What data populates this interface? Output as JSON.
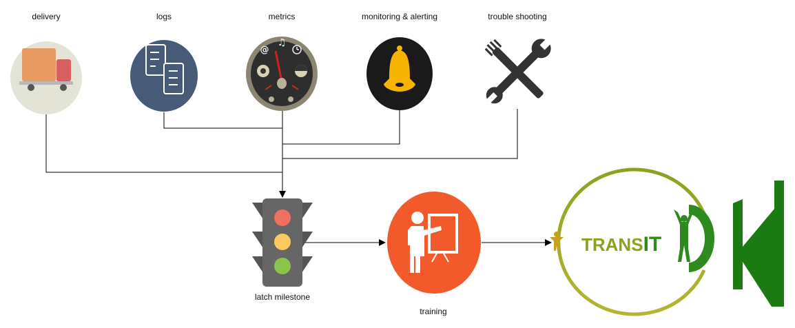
{
  "labels": {
    "delivery": "delivery",
    "logs": "logs",
    "metrics": "metrics",
    "monitoring": "monitoring & alerting",
    "troubleshooting": "trouble shooting",
    "latch": "latch milestone",
    "training": "training"
  },
  "logo": {
    "text": "TRANSITION"
  },
  "colors": {
    "delivery_bg": "#e4e4d6",
    "logs_bg": "#475a78",
    "metrics_bg": "#8b8571",
    "monitoring_bg": "#1a1a1a",
    "bell": "#f6b400",
    "training_bg": "#f25a2c",
    "traffic_body": "#666666",
    "logo_green": "#2e8a1e",
    "logo_olive": "#8aa222"
  }
}
